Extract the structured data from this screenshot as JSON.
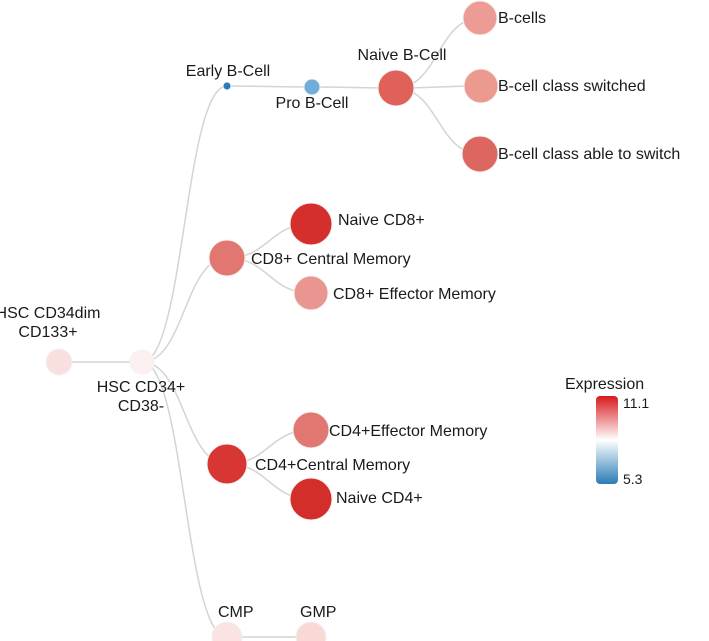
{
  "legend": {
    "title": "Expression",
    "max_label": "11.1",
    "min_label": "5.3",
    "colors": {
      "high": "#d7191c",
      "mid": "#ffffff",
      "low": "#2c7bb6"
    }
  },
  "nodes": [
    {
      "id": "hsc_cd34dim",
      "label_lines": [
        "HSC CD34dim",
        "CD133+"
      ],
      "color": "#f9e0df"
    },
    {
      "id": "hsc_cd34",
      "label_lines": [
        "HSC CD34+",
        "CD38-"
      ],
      "color": "#fdf0f0"
    },
    {
      "id": "early_b",
      "label_lines": [
        "Early B-Cell"
      ],
      "color": "#2b7bba"
    },
    {
      "id": "pro_b",
      "label_lines": [
        "Pro B-Cell"
      ],
      "color": "#6faed8"
    },
    {
      "id": "naive_b",
      "label_lines": [
        "Naive B-Cell"
      ],
      "color": "#e0605a"
    },
    {
      "id": "b_cells",
      "label_lines": [
        "B-cells"
      ],
      "color": "#ec9c94"
    },
    {
      "id": "b_switched",
      "label_lines": [
        "B-cell class switched"
      ],
      "color": "#ec9990"
    },
    {
      "id": "b_able",
      "label_lines": [
        "B-cell class able to switch"
      ],
      "color": "#de6660"
    },
    {
      "id": "cd8_cm",
      "label_lines": [
        "CD8+ Central Memory"
      ],
      "color": "#e27670"
    },
    {
      "id": "naive_cd8",
      "label_lines": [
        "Naive CD8+"
      ],
      "color": "#d42f2c"
    },
    {
      "id": "cd8_em",
      "label_lines": [
        "CD8+ Effector Memory"
      ],
      "color": "#e99590"
    },
    {
      "id": "cd4_cm",
      "label_lines": [
        "CD4+Central Memory"
      ],
      "color": "#d73632"
    },
    {
      "id": "cd4_em",
      "label_lines": [
        "CD4+Effector Memory"
      ],
      "color": "#e27670"
    },
    {
      "id": "naive_cd4",
      "label_lines": [
        "Naive CD4+"
      ],
      "color": "#d42e2b"
    },
    {
      "id": "cmp",
      "label_lines": [
        "CMP"
      ],
      "color": "#fae3e1"
    },
    {
      "id": "gmp",
      "label_lines": [
        "GMP"
      ],
      "color": "#f8d9d6"
    }
  ],
  "edges": [
    [
      "hsc_cd34dim",
      "hsc_cd34"
    ],
    [
      "hsc_cd34",
      "early_b"
    ],
    [
      "early_b",
      "pro_b"
    ],
    [
      "pro_b",
      "naive_b"
    ],
    [
      "naive_b",
      "b_cells"
    ],
    [
      "naive_b",
      "b_switched"
    ],
    [
      "naive_b",
      "b_able"
    ],
    [
      "hsc_cd34",
      "cd8_cm"
    ],
    [
      "cd8_cm",
      "naive_cd8"
    ],
    [
      "cd8_cm",
      "cd8_em"
    ],
    [
      "hsc_cd34",
      "cd4_cm"
    ],
    [
      "cd4_cm",
      "cd4_em"
    ],
    [
      "cd4_cm",
      "naive_cd4"
    ],
    [
      "hsc_cd34",
      "cmp"
    ],
    [
      "cmp",
      "gmp"
    ]
  ]
}
